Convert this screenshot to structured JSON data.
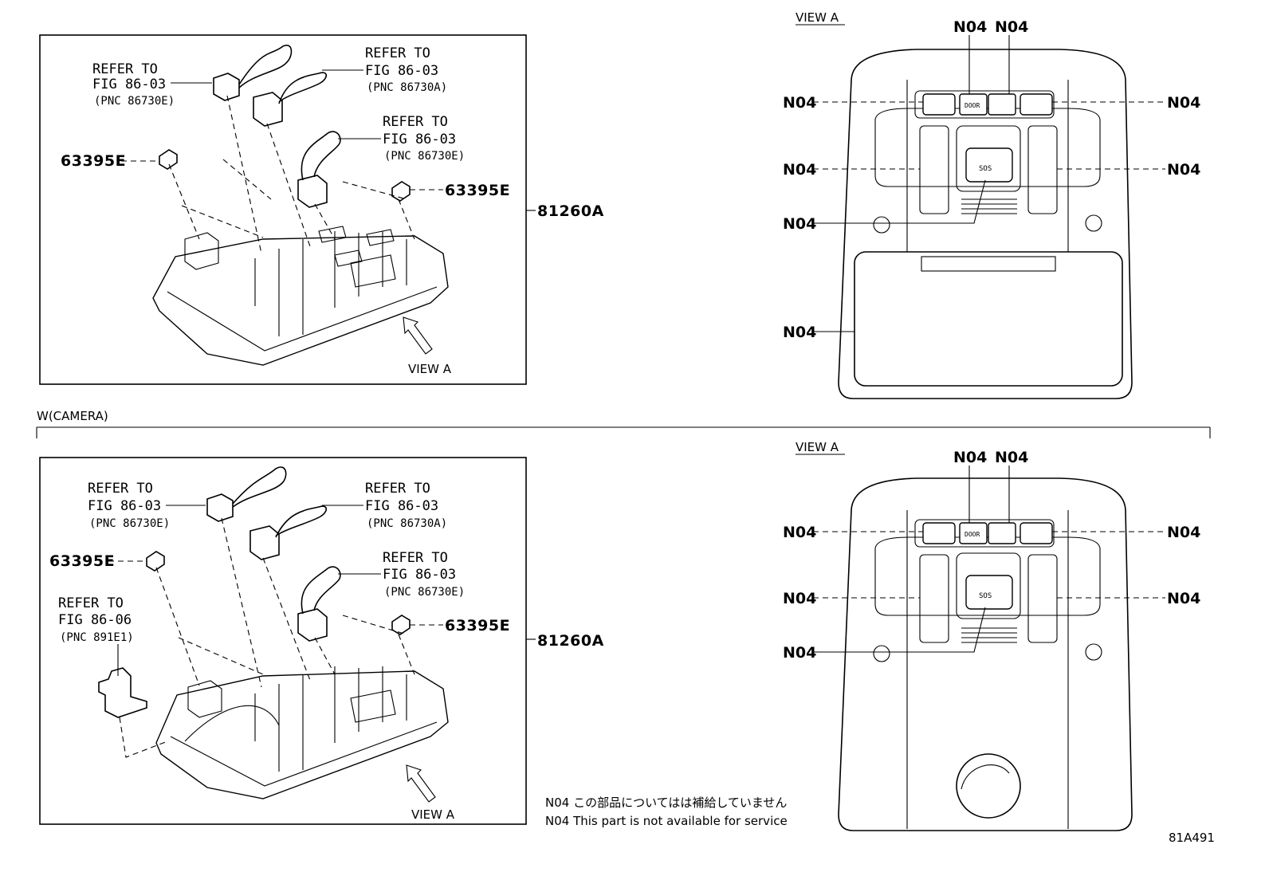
{
  "diagram": {
    "top": {
      "refs": [
        {
          "line1": "REFER TO",
          "line2": "FIG 86-03",
          "line3": "(PNC 86730E)"
        },
        {
          "line1": "REFER TO",
          "line2": "FIG 86-03",
          "line3": "(PNC 86730A)"
        },
        {
          "line1": "REFER TO",
          "line2": "FIG 86-03",
          "line3": "(PNC 86730E)"
        }
      ],
      "clip_left": "63395E",
      "clip_right": "63395E",
      "assembly": "81260A",
      "view_arrow_label": "VIEW A",
      "view_title": "VIEW A"
    },
    "section_label": "W(CAMERA)",
    "bottom": {
      "refs": [
        {
          "line1": "REFER TO",
          "line2": "FIG 86-03",
          "line3": "(PNC 86730E)"
        },
        {
          "line1": "REFER TO",
          "line2": "FIG 86-03",
          "line3": "(PNC 86730A)"
        },
        {
          "line1": "REFER TO",
          "line2": "FIG 86-03",
          "line3": "(PNC 86730E)"
        },
        {
          "line1": "REFER TO",
          "line2": "FIG 86-06",
          "line3": "(PNC 891E1)"
        }
      ],
      "clip_left": "63395E",
      "clip_right": "63395E",
      "assembly": "81260A",
      "view_arrow_label": "VIEW A",
      "view_title": "VIEW A"
    },
    "part_code": "N04",
    "button_labels": {
      "door": "DOOR",
      "sos": "SOS"
    },
    "notes": [
      "N04 この部品についてはは補給していません",
      "N04 This part is not available for service"
    ],
    "figure_id": "81A491"
  }
}
